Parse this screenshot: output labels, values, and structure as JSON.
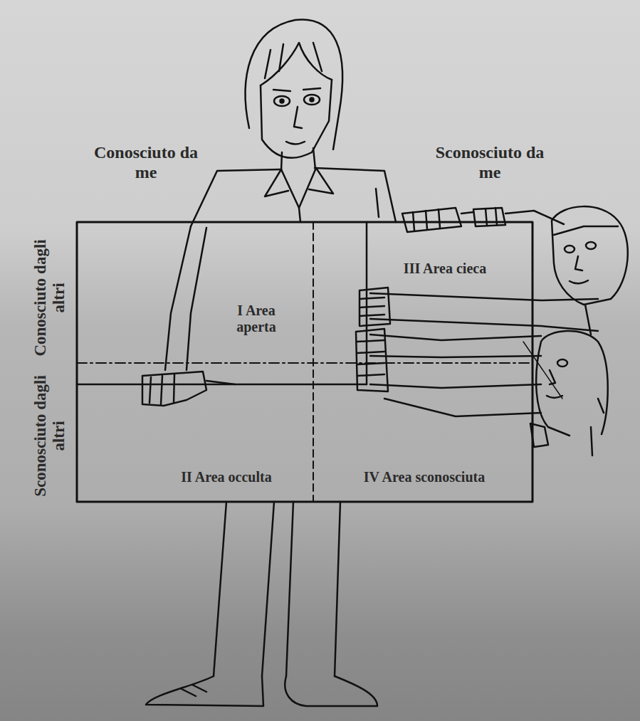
{
  "diagram": {
    "nodes": [
      {
        "text": [
          "I Area aperta"
        ]
      },
      {
        "text": [
          "III Area cieca"
        ]
      },
      {
        "text": [
          "II Area occulta"
        ]
      },
      {
        "text": [
          "IV Area sconosciuta"
        ]
      }
    ],
    "labels": [
      "Conosciuto da me",
      "Sconosciuto da me",
      "Conosciuto dagli altri",
      "Sconosciuto dagli altri"
    ]
  }
}
